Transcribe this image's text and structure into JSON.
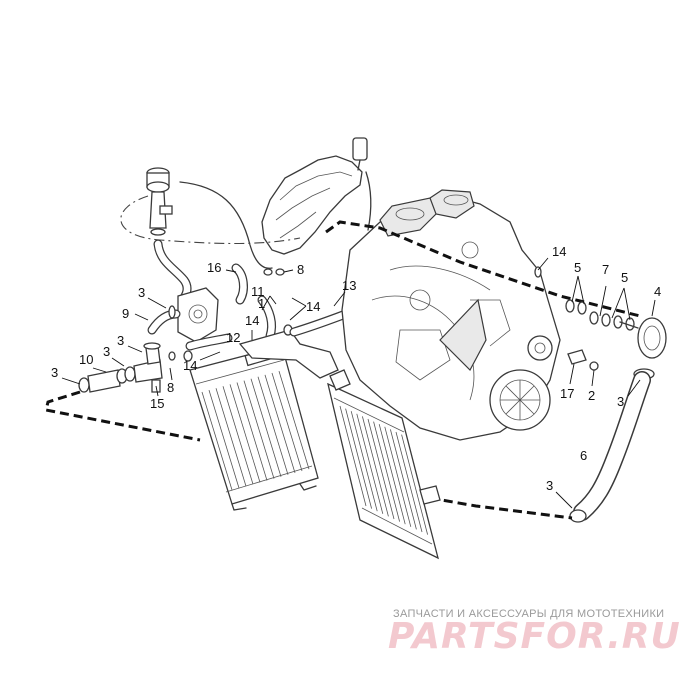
{
  "diagram": {
    "callouts": [
      {
        "id": "c-3a",
        "text": "3"
      },
      {
        "id": "c-9",
        "text": "9"
      },
      {
        "id": "c-3b",
        "text": "3"
      },
      {
        "id": "c-10",
        "text": "10"
      },
      {
        "id": "c-3c",
        "text": "3"
      },
      {
        "id": "c-3d",
        "text": "3"
      },
      {
        "id": "c-8a",
        "text": "8"
      },
      {
        "id": "c-15",
        "text": "15"
      },
      {
        "id": "c-16",
        "text": "16"
      },
      {
        "id": "c-8b",
        "text": "8"
      },
      {
        "id": "c-11",
        "text": "11"
      },
      {
        "id": "c-1",
        "text": "1"
      },
      {
        "id": "c-14a",
        "text": "14"
      },
      {
        "id": "c-14b",
        "text": "14"
      },
      {
        "id": "c-12",
        "text": "12"
      },
      {
        "id": "c-14c",
        "text": "14"
      },
      {
        "id": "c-13",
        "text": "13"
      },
      {
        "id": "c-14d",
        "text": "14"
      },
      {
        "id": "c-5a",
        "text": "5"
      },
      {
        "id": "c-7",
        "text": "7"
      },
      {
        "id": "c-5b",
        "text": "5"
      },
      {
        "id": "c-4",
        "text": "4"
      },
      {
        "id": "c-17",
        "text": "17"
      },
      {
        "id": "c-2",
        "text": "2"
      },
      {
        "id": "c-3e",
        "text": "3"
      },
      {
        "id": "c-6",
        "text": "6"
      },
      {
        "id": "c-3f",
        "text": "3"
      }
    ]
  },
  "watermark": {
    "tagline": "ЗАПЧАСТИ И АКСЕССУАРЫ ДЛЯ МОТОТЕХНИКИ",
    "logo": "PARTSFOR.RU",
    "logo_color": "#f3c9cf"
  }
}
